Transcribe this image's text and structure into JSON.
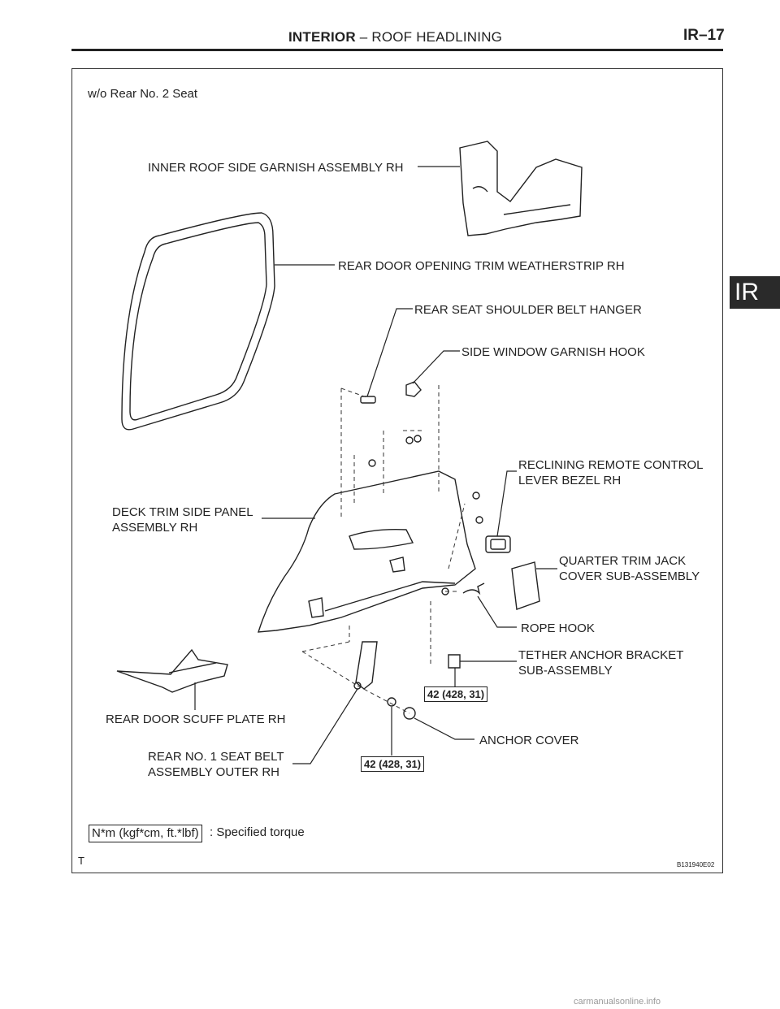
{
  "header": {
    "section": "INTERIOR",
    "separator": "–",
    "subsection": "ROOF HEADLINING",
    "page": "IR–17"
  },
  "side_tab": "IR",
  "diagram": {
    "condition": "w/o Rear No. 2 Seat",
    "labels": {
      "inner_roof_garnish": "INNER ROOF SIDE GARNISH ASSEMBLY RH",
      "weatherstrip": "REAR DOOR OPENING TRIM WEATHERSTRIP RH",
      "belt_hanger": "REAR SEAT SHOULDER BELT HANGER",
      "window_hook": "SIDE WINDOW GARNISH HOOK",
      "bezel_1": "RECLINING REMOTE CONTROL",
      "bezel_2": "LEVER BEZEL RH",
      "deck_panel_1": "DECK TRIM SIDE PANEL",
      "deck_panel_2": "ASSEMBLY RH",
      "jack_cover_1": "QUARTER TRIM JACK",
      "jack_cover_2": "COVER SUB-ASSEMBLY",
      "rope_hook": "ROPE HOOK",
      "tether_1": "TETHER ANCHOR BRACKET",
      "tether_2": "SUB-ASSEMBLY",
      "scuff_plate": "REAR DOOR SCUFF PLATE RH",
      "seat_belt_1": "REAR NO. 1 SEAT BELT",
      "seat_belt_2": "ASSEMBLY OUTER RH",
      "anchor_cover": "ANCHOR COVER"
    },
    "torques": {
      "tether": "42 (428, 31)",
      "belt": "42 (428, 31)"
    },
    "legend": {
      "unit": "N*m (kgf*cm, ft.*lbf)",
      "text": ": Specified torque"
    },
    "corner_mark": "T",
    "figure_code": "B131940E02"
  },
  "watermark": "carmanualsonline.info"
}
